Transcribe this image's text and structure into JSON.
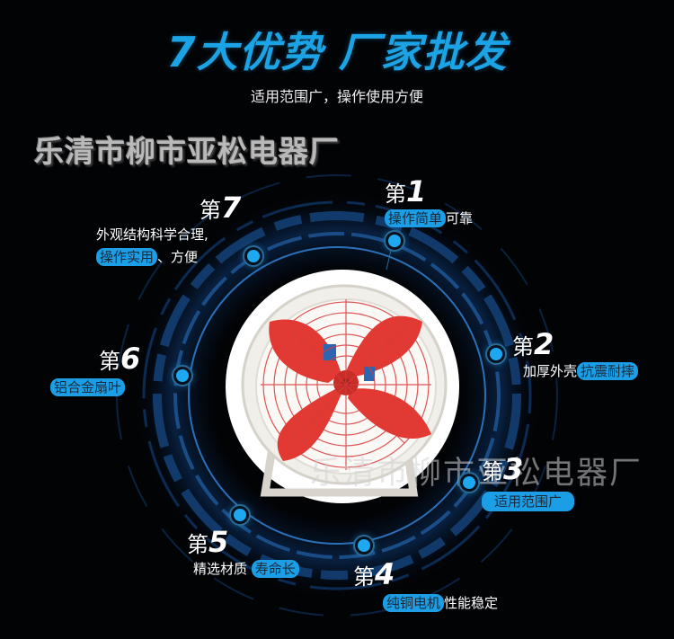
{
  "header": {
    "headline": "7大优势  厂家批发",
    "subhead": "适用范围广，操作使用方便"
  },
  "company_name": "乐清市柳市亚松电器厂",
  "watermark": "乐清市柳市亚松电器厂",
  "product": {
    "image": "axial-fan-red-blades",
    "accent_color": "#1ba3e6",
    "blade_color": "#e63a35"
  },
  "features": [
    {
      "prefix": "第",
      "num": "1",
      "highlight": "操作简单",
      "text": "可靠"
    },
    {
      "prefix": "第",
      "num": "2",
      "text": "加厚外壳",
      "highlight": "抗震耐摔"
    },
    {
      "prefix": "第",
      "num": "3",
      "highlight": "适用范围广"
    },
    {
      "prefix": "第",
      "num": "4",
      "highlight": "纯铜电机",
      "text": "性能稳定"
    },
    {
      "prefix": "第",
      "num": "5",
      "text": "精选材质",
      "highlight": "寿命长"
    },
    {
      "prefix": "第",
      "num": "6",
      "highlight": "铝合金扇叶"
    },
    {
      "prefix": "第",
      "num": "7",
      "line1": "外观结构科学合理,",
      "highlight": "操作实用",
      "text": "、方便"
    }
  ]
}
